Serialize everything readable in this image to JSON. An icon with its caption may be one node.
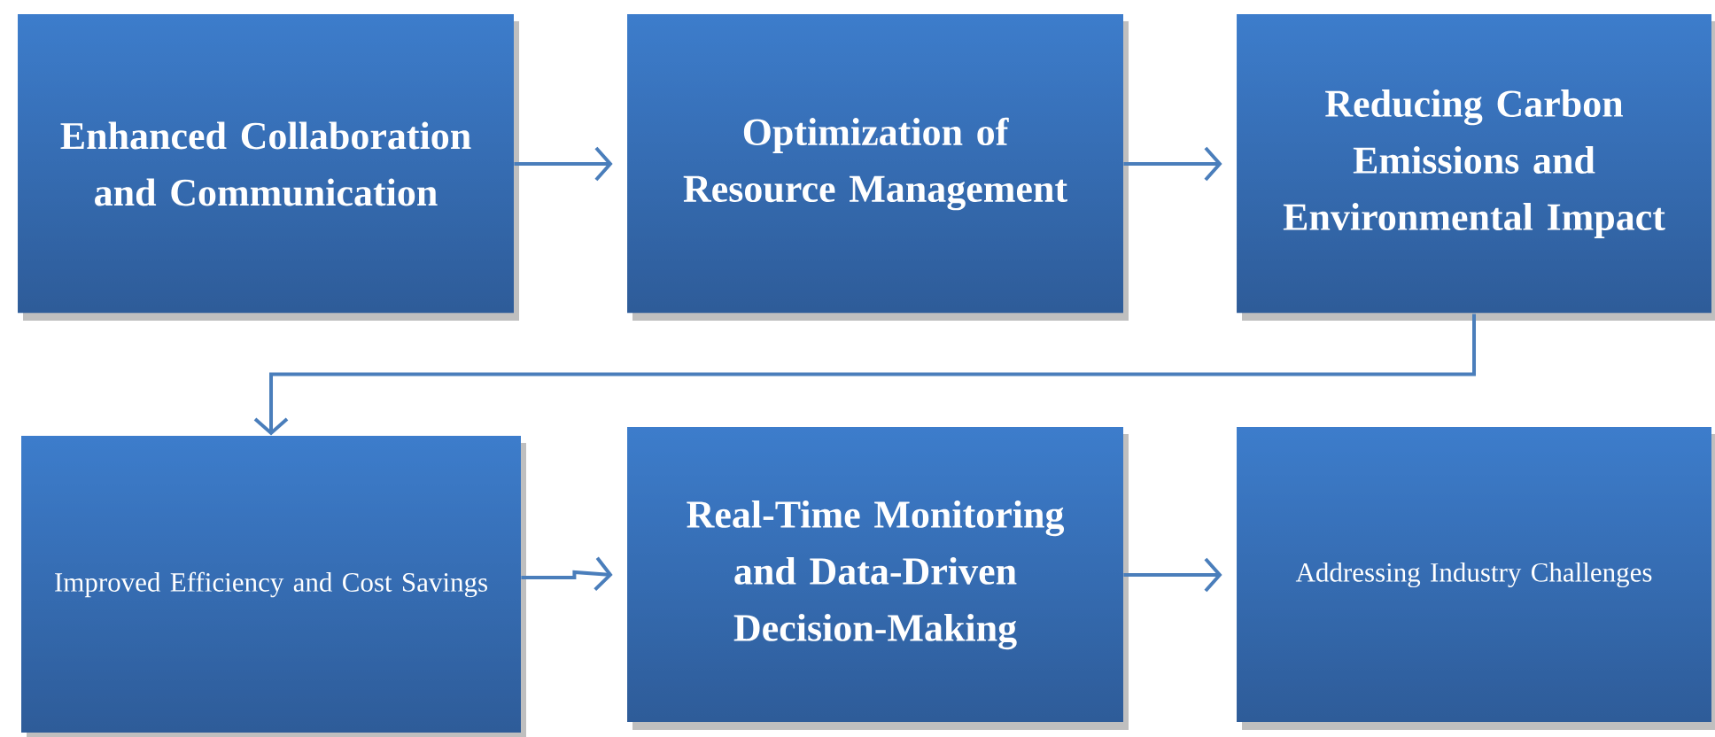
{
  "diagram": {
    "nodes": [
      {
        "text": [
          "Enhanced Collaboration and Communication"
        ]
      },
      {
        "text": [
          "Optimization of Resource Management"
        ]
      },
      {
        "text": [
          "Reducing Carbon Emissions and Environmental Impact"
        ]
      },
      {
        "text": [
          "Improved Efficiency and Cost Savings"
        ]
      },
      {
        "text": [
          "Real-Time Monitoring and Data-Driven Decision-Making"
        ]
      },
      {
        "text": [
          "Addressing Industry Challenges"
        ]
      }
    ],
    "edges": [
      {
        "from": 0,
        "to": 1,
        "arrow": "to"
      },
      {
        "from": 1,
        "to": 2,
        "arrow": "to"
      },
      {
        "from": 2,
        "to": 3,
        "arrow": "to"
      },
      {
        "from": 3,
        "to": 4,
        "arrow": "to"
      },
      {
        "from": 4,
        "to": 5,
        "arrow": "to"
      }
    ]
  }
}
